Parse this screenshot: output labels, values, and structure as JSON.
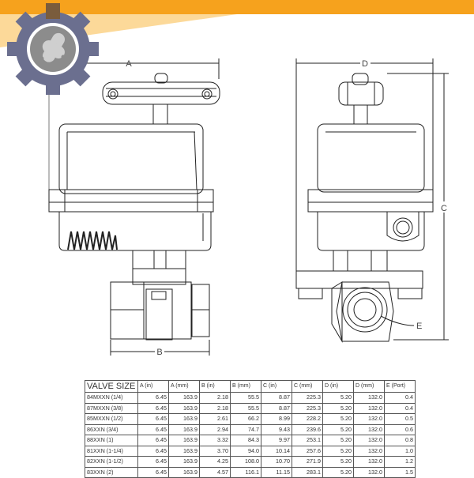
{
  "colors": {
    "banner": "#f6a21d",
    "banner_light": "#fcd999",
    "gear": "#6b6f8f",
    "logo_inner": "#8c8c8c",
    "line": "#222222"
  },
  "logo": {
    "icon": "gear-chain-link-logo"
  },
  "drawing": {
    "dim_a": "A",
    "dim_b": "B",
    "dim_c": "C",
    "dim_d": "D",
    "dim_e": "E"
  },
  "table": {
    "headers": [
      "VALVE SIZE",
      "A (in)",
      "A (mm)",
      "B (in)",
      "B (mm)",
      "C (in)",
      "C (mm)",
      "D (in)",
      "D (mm)",
      "E (Port)"
    ],
    "rows": [
      [
        "84MXXN (1/4)",
        "6.45",
        "163.9",
        "2.18",
        "55.5",
        "8.87",
        "225.3",
        "5.20",
        "132.0",
        "0.4"
      ],
      [
        "87MXXN (3/8)",
        "6.45",
        "163.9",
        "2.18",
        "55.5",
        "8.87",
        "225.3",
        "5.20",
        "132.0",
        "0.4"
      ],
      [
        "85MXXN (1/2)",
        "6.45",
        "163.9",
        "2.61",
        "66.2",
        "8.99",
        "228.2",
        "5.20",
        "132.0",
        "0.5"
      ],
      [
        "86XXN   (3/4)",
        "6.45",
        "163.9",
        "2.94",
        "74.7",
        "9.43",
        "239.6",
        "5.20",
        "132.0",
        "0.6"
      ],
      [
        "88XXN    (1)",
        "6.45",
        "163.9",
        "3.32",
        "84.3",
        "9.97",
        "253.1",
        "5.20",
        "132.0",
        "0.8"
      ],
      [
        "81XXN  (1-1/4)",
        "6.45",
        "163.9",
        "3.70",
        "94.0",
        "10.14",
        "257.6",
        "5.20",
        "132.0",
        "1.0"
      ],
      [
        "82XXN  (1-1/2)",
        "6.45",
        "163.9",
        "4.25",
        "108.0",
        "10.70",
        "271.9",
        "5.20",
        "132.0",
        "1.2"
      ],
      [
        "83XXN   (2)",
        "6.45",
        "163.9",
        "4.57",
        "116.1",
        "11.15",
        "283.1",
        "5.20",
        "132.0",
        "1.5"
      ]
    ]
  }
}
